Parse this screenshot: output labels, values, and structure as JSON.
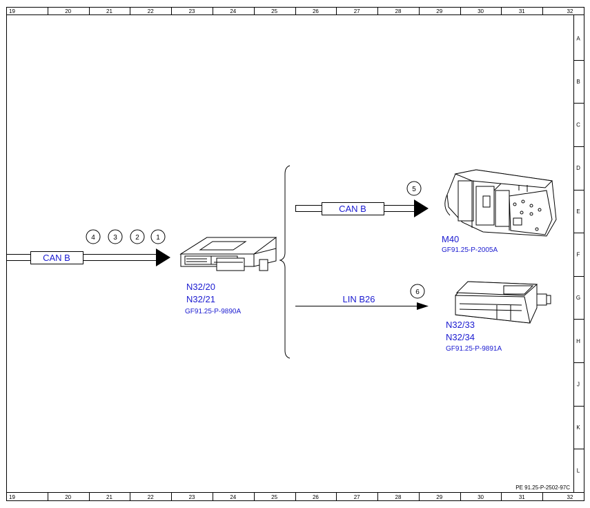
{
  "ruler": {
    "columns": [
      "19",
      "20",
      "21",
      "22",
      "23",
      "24",
      "25",
      "26",
      "27",
      "28",
      "29",
      "30",
      "31",
      "32"
    ],
    "rows": [
      "A",
      "B",
      "C",
      "D",
      "E",
      "F",
      "G",
      "H",
      "J",
      "K",
      "L"
    ]
  },
  "input_bus": {
    "label": "CAN B",
    "circle_numbers": [
      "4",
      "3",
      "2",
      "1"
    ]
  },
  "control_unit": {
    "ids": [
      "N32/20",
      "N32/21"
    ],
    "ref": "GF91.25-P-9890A"
  },
  "can_branch": {
    "label": "CAN B",
    "circle_number": "5",
    "target_id": "M40",
    "target_ref": "GF91.25-P-2005A"
  },
  "lin_branch": {
    "label": "LIN B26",
    "circle_number": "6",
    "target_ids": [
      "N32/33",
      "N32/34"
    ],
    "target_ref": "GF91.25-P-9891A"
  },
  "footer": {
    "doc_id": "PE 91.25-P-2502-97C"
  },
  "colors": {
    "label_blue": "#1a1ad0",
    "line": "#000000"
  }
}
